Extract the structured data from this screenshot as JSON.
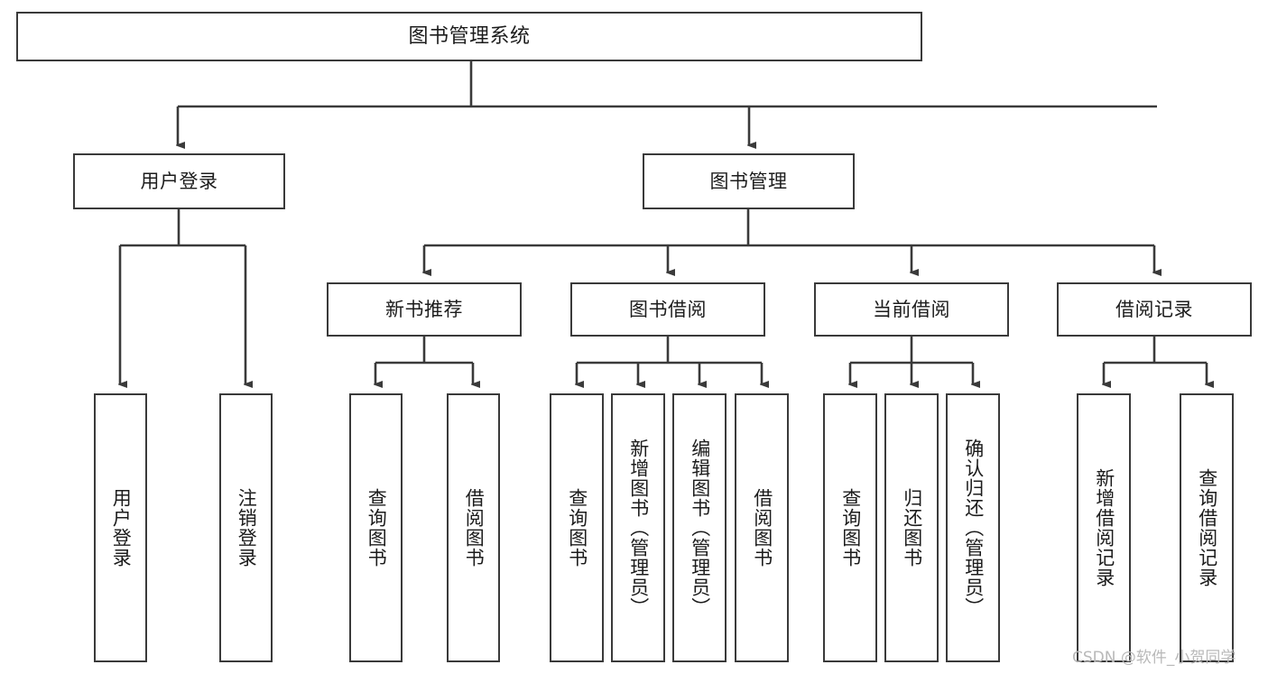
{
  "diagram": {
    "title": "图书管理系统",
    "type": "tree",
    "watermark": "CSDN @软件_小贺同学",
    "colors": {
      "stroke": "#3a3a3a",
      "fill": "#ffffff",
      "text": "#1c1c1c",
      "watermark": "#b9b9b9"
    },
    "nodes": {
      "root": {
        "label": "图书管理系统"
      },
      "level1": [
        {
          "label": "用户登录"
        },
        {
          "label": "图书管理"
        }
      ],
      "level2": [
        {
          "label": "新书推荐"
        },
        {
          "label": "图书借阅"
        },
        {
          "label": "当前借阅"
        },
        {
          "label": "借阅记录"
        }
      ],
      "leaves_user_login": [
        {
          "label": "用户登录"
        },
        {
          "label": "注销登录"
        }
      ],
      "leaves_new_book": [
        {
          "label": "查询图书"
        },
        {
          "label": "借阅图书"
        }
      ],
      "leaves_borrow": [
        {
          "label": "查询图书"
        },
        {
          "label": "新增图书（管理员）"
        },
        {
          "label": "编辑图书（管理员）"
        },
        {
          "label": "借阅图书"
        }
      ],
      "leaves_current": [
        {
          "label": "查询图书"
        },
        {
          "label": "归还图书"
        },
        {
          "label": "确认归还（管理员）"
        }
      ],
      "leaves_records": [
        {
          "label": "新增借阅记录"
        },
        {
          "label": "查询借阅记录"
        }
      ]
    }
  }
}
